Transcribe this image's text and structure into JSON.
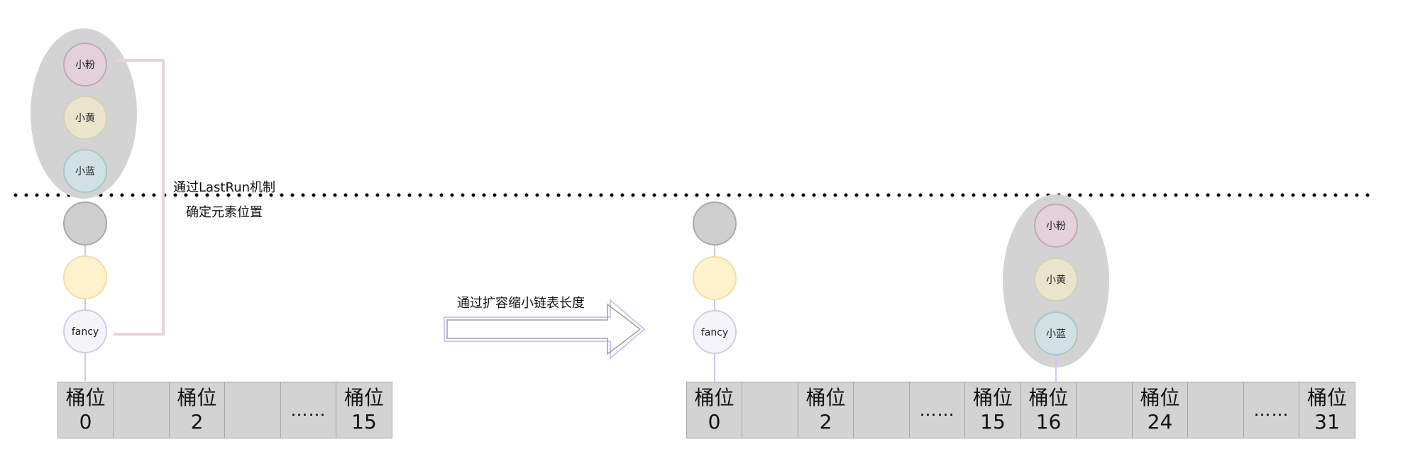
{
  "colors": {
    "group_bg": "#d3d3d3",
    "pink_node": "#e3d0d8",
    "yellow_node": "#ebe4cd",
    "blue_node": "#d0e0e3",
    "gray_node": "#cfcfcf",
    "orange_node": "#fff2cc",
    "fancy_node": "#f5f4fb",
    "connector_line": "#c9c9f0",
    "bracket_line": "#ead1dc",
    "dotted_divider": "#000000"
  },
  "before": {
    "moving_group": [
      "小粉",
      "小黄",
      "小蓝"
    ],
    "bucket0_chain": [
      "",
      "",
      "fancy"
    ],
    "buckets": [
      {
        "label": "桶位",
        "num": "0"
      },
      {
        "label": "",
        "num": ""
      },
      {
        "label": "桶位",
        "num": "2"
      },
      {
        "label": "",
        "num": ""
      },
      {
        "label": "……",
        "num": ""
      },
      {
        "label": "桶位",
        "num": "15"
      }
    ],
    "bracket_label_line1": "通过LastRun机制",
    "bracket_label_line2": "确定元素位置"
  },
  "arrow_label": "通过扩容缩小链表长度",
  "after": {
    "bucket0_chain": [
      "",
      "",
      "fancy"
    ],
    "bucket16_group": [
      "小粉",
      "小黄",
      "小蓝"
    ],
    "buckets": [
      {
        "label": "桶位",
        "num": "0"
      },
      {
        "label": "",
        "num": ""
      },
      {
        "label": "桶位",
        "num": "2"
      },
      {
        "label": "",
        "num": ""
      },
      {
        "label": "……",
        "num": ""
      },
      {
        "label": "桶位",
        "num": "15"
      },
      {
        "label": "桶位",
        "num": "16"
      },
      {
        "label": "",
        "num": ""
      },
      {
        "label": "桶位",
        "num": "24"
      },
      {
        "label": "",
        "num": ""
      },
      {
        "label": "……",
        "num": ""
      },
      {
        "label": "桶位",
        "num": "31"
      }
    ]
  }
}
